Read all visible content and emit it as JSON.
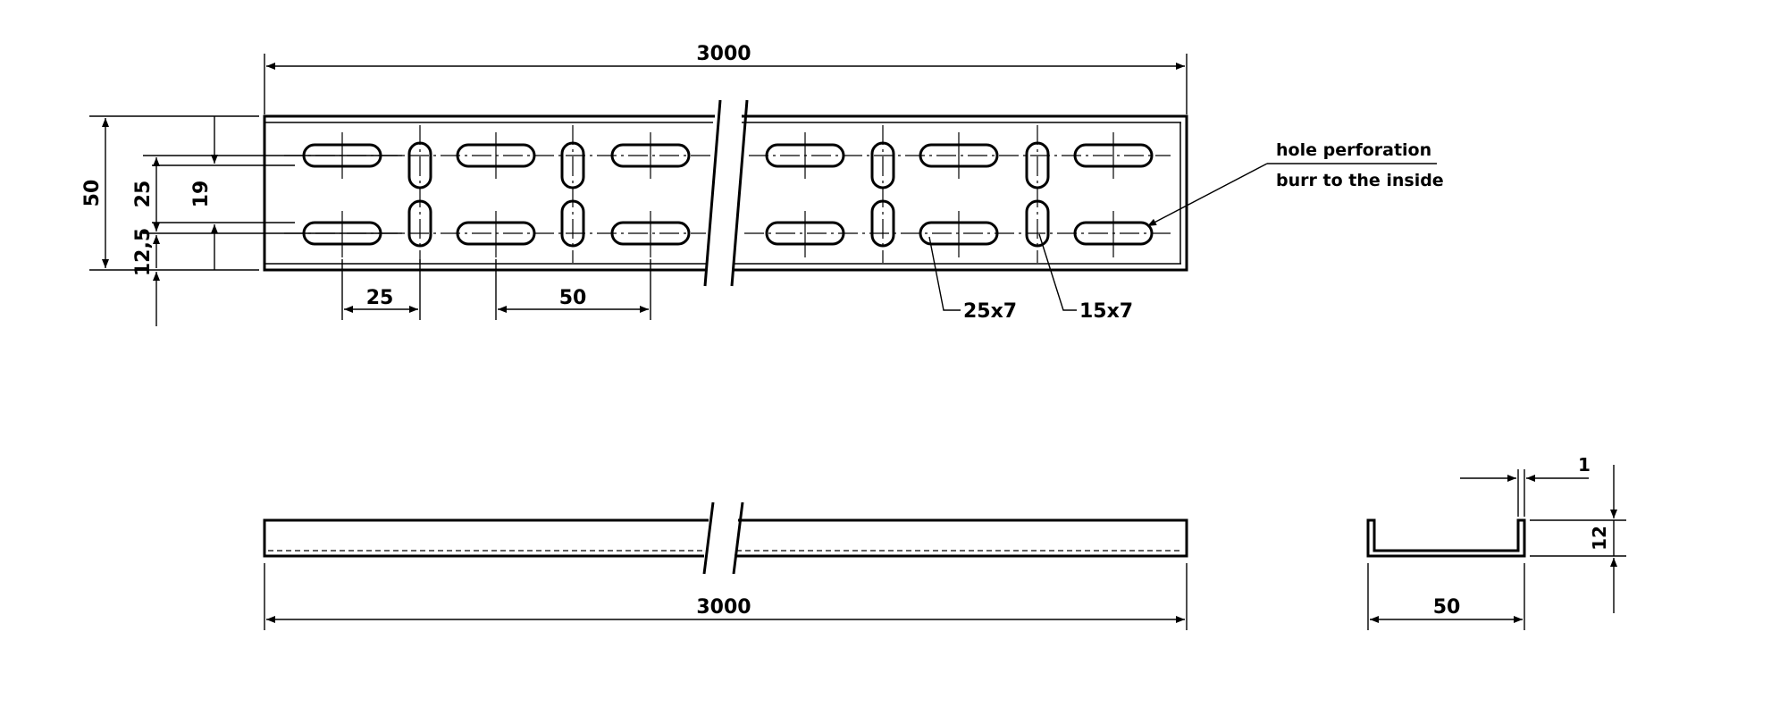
{
  "dimensions": {
    "top_length": "3000",
    "height_total": "50",
    "height_inner": "25",
    "height_row": "19",
    "edge_offset": "12,5",
    "pitch_small": "25",
    "pitch_large": "50",
    "side_length": "3000",
    "section_width": "50",
    "section_height": "12",
    "thickness": "1"
  },
  "holes": {
    "long_slot": "25x7",
    "short_slot": "15x7"
  },
  "note": {
    "line1": "hole perforation",
    "line2": "burr to the inside"
  },
  "colors": {
    "line": "#000000",
    "background": "#ffffff"
  }
}
